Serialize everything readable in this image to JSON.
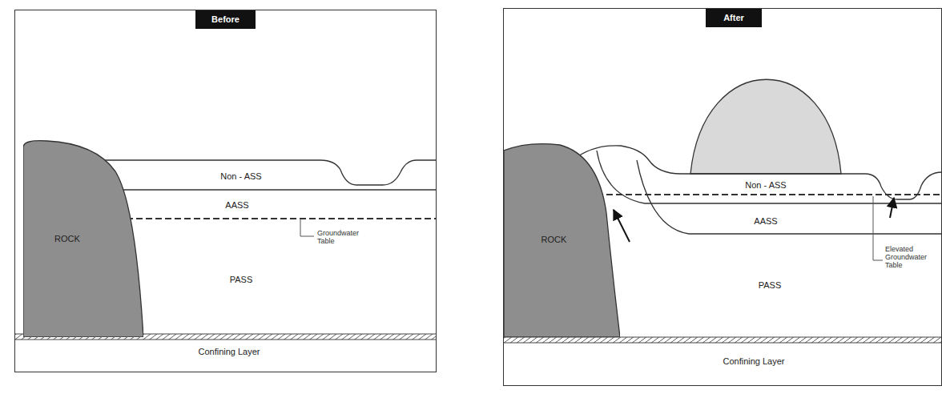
{
  "diagram": {
    "nodes": [
      {
        "text": [
          "Before"
        ]
      },
      {
        "text": [
          "ROCK"
        ],
        "in": 0
      },
      {
        "text": [
          "Non - ASS"
        ],
        "in": 0
      },
      {
        "text": [
          "AASS"
        ],
        "in": 0
      },
      {
        "text": [
          "PASS"
        ],
        "in": 0
      },
      {
        "text": [
          "Confining Layer"
        ],
        "in": 0
      },
      {
        "text": [
          "After"
        ]
      },
      {
        "text": [
          "ROCK"
        ],
        "in": 6
      },
      {
        "text": [
          "Non - ASS"
        ],
        "in": 6
      },
      {
        "text": [
          "AASS"
        ],
        "in": 6
      },
      {
        "text": [
          "PASS"
        ],
        "in": 6
      },
      {
        "text": [
          "Confining Layer"
        ],
        "in": 6
      }
    ],
    "labels": [
      "Groundwater Table",
      "Elevated Groundwater Table"
    ]
  }
}
